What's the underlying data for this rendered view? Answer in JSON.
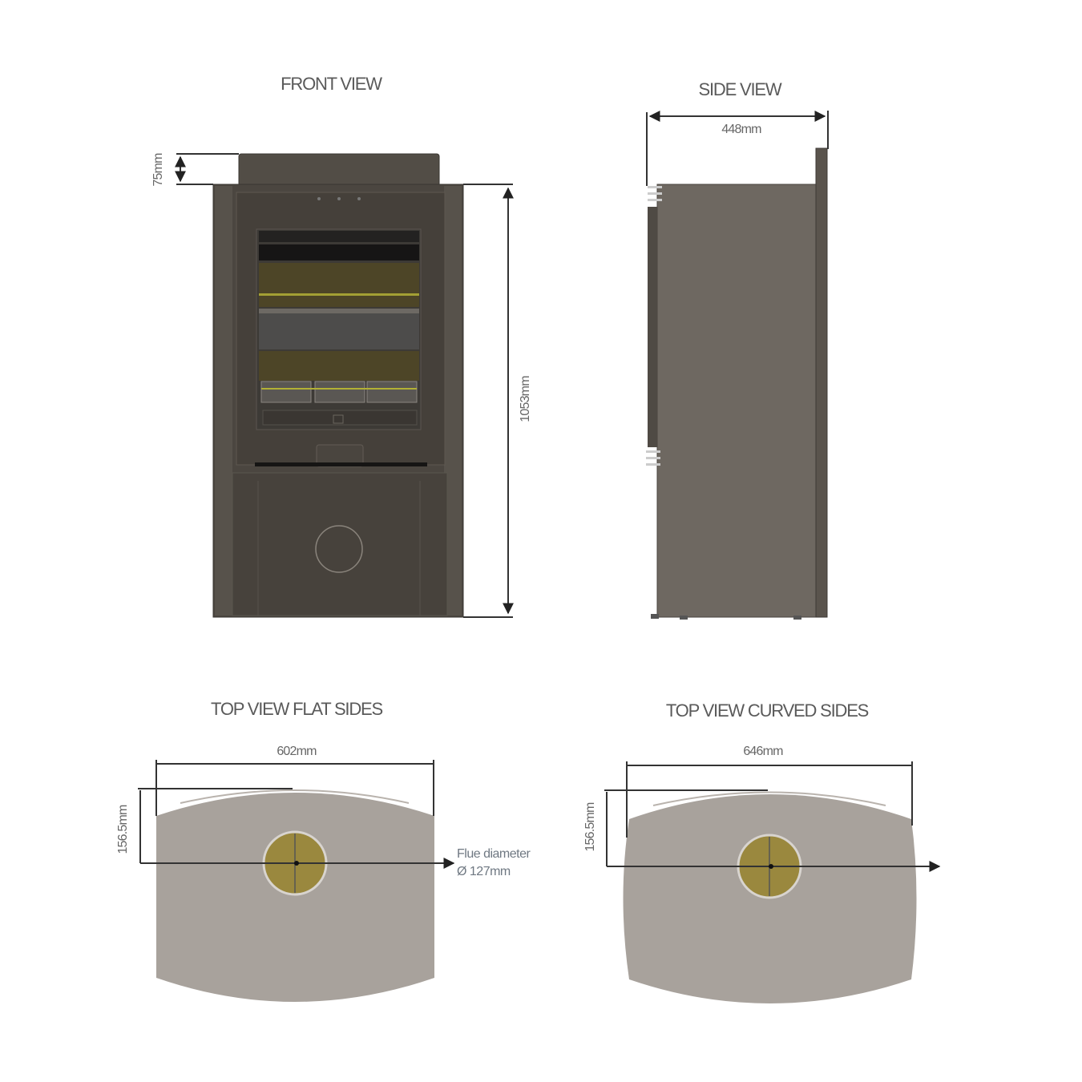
{
  "colors": {
    "stove_body": "#4b4640",
    "stove_side": "#6e6861",
    "glass_dark": "#1e1d1c",
    "firebox_olive": "#4d4527",
    "top_plate": "#a8a29c",
    "flue": "#9a883e",
    "dimension_line": "#333333"
  },
  "views": {
    "front": {
      "title": "FRONT VIEW",
      "cap_height": "75mm",
      "body_height": "1053mm"
    },
    "side": {
      "title": "SIDE VIEW",
      "depth": "448mm"
    },
    "top_flat": {
      "title": "TOP VIEW FLAT SIDES",
      "width": "602mm",
      "flue_offset": "156.5mm",
      "flue_label_line1": "Flue diameter",
      "flue_label_line2": "Ø 127mm"
    },
    "top_curved": {
      "title": "TOP VIEW CURVED SIDES",
      "width": "646mm",
      "flue_offset": "156.5mm"
    }
  }
}
